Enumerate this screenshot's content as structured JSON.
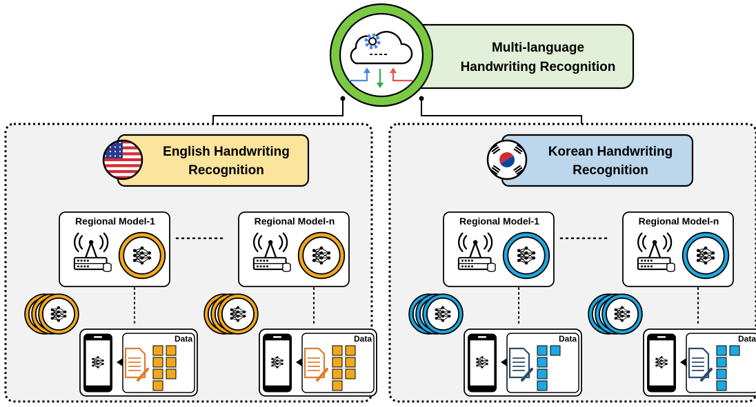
{
  "root": {
    "title_line1": "Multi-language",
    "title_line2": "Handwriting Recognition",
    "icon": "cloud-gear-icon"
  },
  "branches": [
    {
      "id": "english",
      "title_line1": "English Handwriting",
      "title_line2": "Recognition",
      "flag": "us-flag-icon",
      "accent": "#f0a81e",
      "box_fill": "#fbe49c",
      "doc_color": "#e07b2e",
      "models": [
        {
          "label": "Regional Model-1",
          "data_label": "Data"
        },
        {
          "label": "Regional Model-n",
          "data_label": "Data"
        }
      ]
    },
    {
      "id": "korean",
      "title_line1": "Korean Handwriting",
      "title_line2": "Recognition",
      "flag": "korea-flag-icon",
      "accent": "#1ea7e0",
      "box_fill": "#bcd6ec",
      "doc_color": "#2a4a6a",
      "models": [
        {
          "label": "Regional Model-1",
          "data_label": "Data"
        },
        {
          "label": "Regional Model-n",
          "data_label": "Data"
        }
      ]
    }
  ],
  "colors": {
    "root_ring": "#7ac943",
    "root_box": "#e2efd9",
    "panel_bg": "#f2f2f2",
    "arrow_blue": "#4a86e8",
    "arrow_green": "#2eaa4a",
    "arrow_red": "#e8534a"
  }
}
